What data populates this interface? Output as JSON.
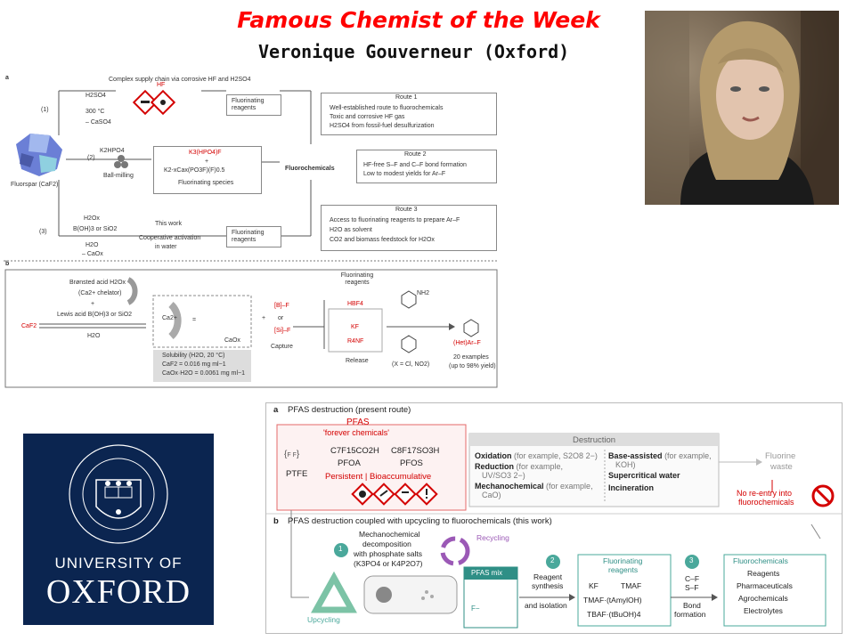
{
  "header": {
    "title": "Famous Chemist of the Week",
    "subtitle": "Veronique Gouverneur (Oxford)"
  },
  "figure_a": {
    "label_a": "a",
    "supply_chain": "Complex supply chain via corrosive HF and H2SO4",
    "fluorspar": "Fluorspar (CaF2)",
    "step1": {
      "num": "(1)",
      "l1": "H2SO4",
      "l2": "300 °C",
      "l3": "– CaSO4",
      "hf": "HF"
    },
    "step2": {
      "num": "(2)",
      "l1": "K2HPO4",
      "l2": "Ball-milling"
    },
    "step3": {
      "num": "(3)",
      "l1": "H2Ox",
      "l2": "B(OH)3 or SiO2",
      "l3": "H2O",
      "l4": "– CaOx"
    },
    "fluorinating_reagents": "Fluorinating reagents",
    "species": {
      "l1": "K3(HPO4)F",
      "l2": "+",
      "l3": "K2-xCax(PO3F)(F)0.5",
      "l4": "Fluorinating species"
    },
    "this_work": {
      "l1": "This work",
      "l2": "Cooperative activation",
      "l3": "in water"
    },
    "fluorochemicals": "Fluorochemicals",
    "route1": {
      "title": "Route 1",
      "b1": "Well-established route to fluorochemicals",
      "b2": "Toxic and corrosive HF gas",
      "b3": "H2SO4 from fossil-fuel desulfurization"
    },
    "route2": {
      "title": "Route 2",
      "b1": "HF-free S–F and C–F bond formation",
      "b2": "Low to modest yields for Ar–F"
    },
    "route3": {
      "title": "Route 3",
      "b1": "Access to fluorinating reagents to prepare Ar–F",
      "b2": "H2O as solvent",
      "b3": "CO2 and biomass feedstock for H2Ox"
    },
    "label_b": "b",
    "bronsted": "Brønsted acid H2Ox",
    "chelator": "(Ca2+ chelator)",
    "plus": "+",
    "lewis": "Lewis acid B(OH)3 or SiO2",
    "caf2": "CaF2",
    "h2o": "H2O",
    "ca": "Ca2+",
    "cox": "CaOx",
    "eq": "=",
    "solubility": {
      "l1": "Solubility (H2O, 20 °C)",
      "l2": "CaF2 = 0.016 mg ml−1",
      "l3": "CaOx·H2O = 0.0061 mg ml−1"
    },
    "bf": "[B]–F",
    "or": "or",
    "sif": "[Si]–F",
    "capture": "Capture",
    "reagents_title": "Fluorinating reagents",
    "hbf4": "HBF4",
    "kf": "KF",
    "r4nf": "R4NF",
    "release": "Release",
    "nh2": "NH2",
    "x_note": "(X = Cl, NO2)",
    "hetarf": "(Het)Ar–F",
    "examples": "20 examples",
    "yield": "(up to 98% yield)"
  },
  "figure_b": {
    "label_a": "a",
    "title_a": "PFAS destruction (present route)",
    "pfas": "PFAS",
    "forever": "'forever chemicals'",
    "ptfe": "PTFE",
    "pfoa_formula": "C7F15CO2H",
    "pfoa": "PFOA",
    "pfos_formula": "C8F17SO3H",
    "pfos": "PFOS",
    "persistent": "Persistent | Bioaccumulative",
    "destruction": "Destruction",
    "ox": "Oxidation",
    "ox_ex": "(for example, S2O8 2−)",
    "red": "Reduction",
    "red_ex": "(for example,",
    "red_ex2": "UV/SO3 2−)",
    "mech": "Mechanochemical",
    "mech_ex": "(for example,",
    "mech_ex2": "CaO)",
    "base": "Base-assisted",
    "base_ex": "(for example,",
    "base_ex2": "KOH)",
    "super": "Supercritical water",
    "incin": "Incineration",
    "waste1": "Fluorine",
    "waste2": "waste",
    "noreentry1": "No re-entry into",
    "noreentry2": "fluorochemicals",
    "label_b": "b",
    "title_b": "PFAS destruction coupled with upcycling to fluorochemicals (this work)",
    "n1": "1",
    "mech_title1": "Mechanochemical",
    "mech_title2": "decomposition",
    "mech_title3": "with phosphate salts",
    "mech_title4": "(K3PO4 or K4P2O7)",
    "recycling": "Recycling",
    "upcycling": "Upcycling",
    "pfas_mix": "PFAS mix",
    "fminus": "F−",
    "n2": "2",
    "reagent1": "Reagent",
    "reagent2": "synthesis",
    "reagent3": "and isolation",
    "fr_title1": "Fluorinating",
    "fr_title2": "reagents",
    "kf": "KF",
    "tmaf": "TMAF",
    "tmaf2": "TMAF·(tAmylOH)",
    "tbaf": "TBAF·(tBuOH)4",
    "n3": "3",
    "cf": "C–F",
    "sf": "S–F",
    "bond1": "Bond",
    "bond2": "formation",
    "fc_title": "Fluorochemicals",
    "fc1": "Reagents",
    "fc2": "Pharmaceuticals",
    "fc3": "Agrochemicals",
    "fc4": "Electrolytes"
  },
  "oxford": {
    "line1": "UNIVERSITY OF",
    "line2": "OXFORD"
  }
}
